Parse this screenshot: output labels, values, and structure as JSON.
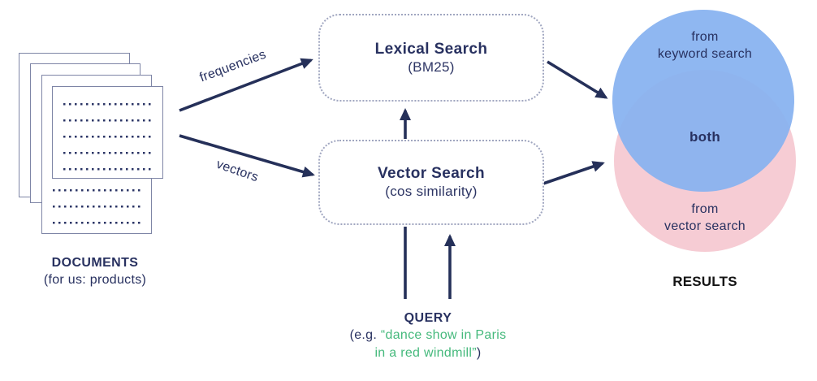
{
  "documents": {
    "label": "DOCUMENTS",
    "sublabel": "(for us: products)"
  },
  "edges": {
    "frequencies_label": "frequencies",
    "vectors_label": "vectors"
  },
  "boxes": {
    "lexical": {
      "title": "Lexical Search",
      "subtitle": "(BM25)"
    },
    "vector": {
      "title": "Vector Search",
      "subtitle": "(cos similarity)"
    }
  },
  "query": {
    "label": "QUERY",
    "prefix": "(e.g. ",
    "quoted_line1": "“dance show in Paris",
    "quoted_line2": "in a red windmill”",
    "suffix": ")"
  },
  "venn": {
    "keyword_label_line1": "from",
    "keyword_label_line2": "keyword search",
    "both_label": "both",
    "vector_label_line1": "from",
    "vector_label_line2": "vector search",
    "results_label": "RESULTS"
  },
  "colors": {
    "navy": "#283160",
    "arrow_navy": "#253059",
    "query_green": "#45b97c",
    "venn_blue": "#8cb7f2",
    "venn_pink": "#f6ccd4",
    "results_black": "#141414"
  }
}
